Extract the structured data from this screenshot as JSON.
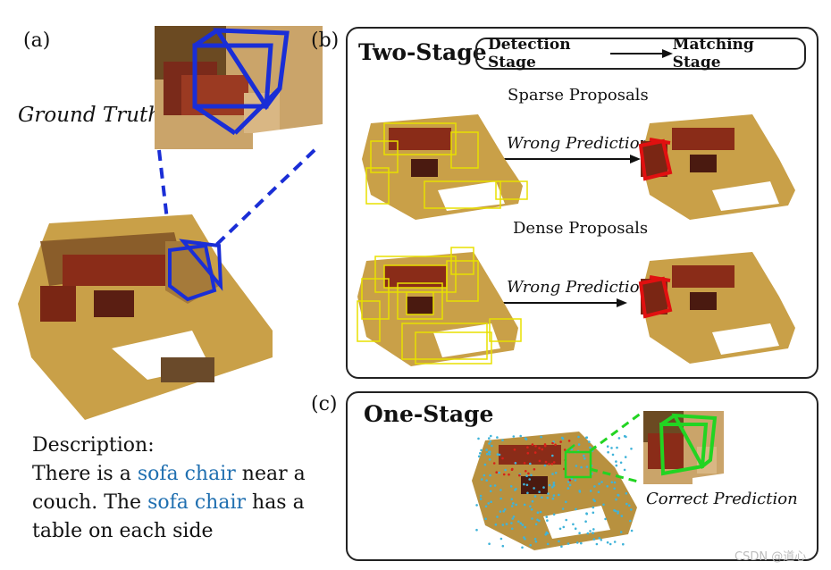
{
  "panel_a": {
    "label": "(a)",
    "ground_truth": "Ground Truth",
    "description": {
      "heading": "Description:",
      "prefix": "There is a ",
      "highlight_1": "sofa chair",
      "middle": " near a couch. The ",
      "highlight_2": "sofa chair",
      "suffix": " has a table on each side"
    }
  },
  "panel_b": {
    "label": "(b)",
    "title": "Two-Stage",
    "pipeline": {
      "stage_1": "Detection Stage",
      "stage_2": "Matching Stage"
    },
    "rows": [
      {
        "proposal_label": "Sparse Proposals",
        "prediction_label": "Wrong Prediction"
      },
      {
        "proposal_label": "Dense Proposals",
        "prediction_label": "Wrong Prediction"
      }
    ]
  },
  "panel_c": {
    "label": "(c)",
    "title": "One-Stage",
    "prediction_label": "Correct Prediction"
  },
  "watermark": "CSDN @道心",
  "colors": {
    "highlight": "#1f6fb0",
    "ground_truth_box": "#1a2ed6",
    "proposal_box": "#e8e000",
    "wrong_box": "#e01010",
    "correct_box": "#22d422",
    "points": "#3fb3d9"
  }
}
